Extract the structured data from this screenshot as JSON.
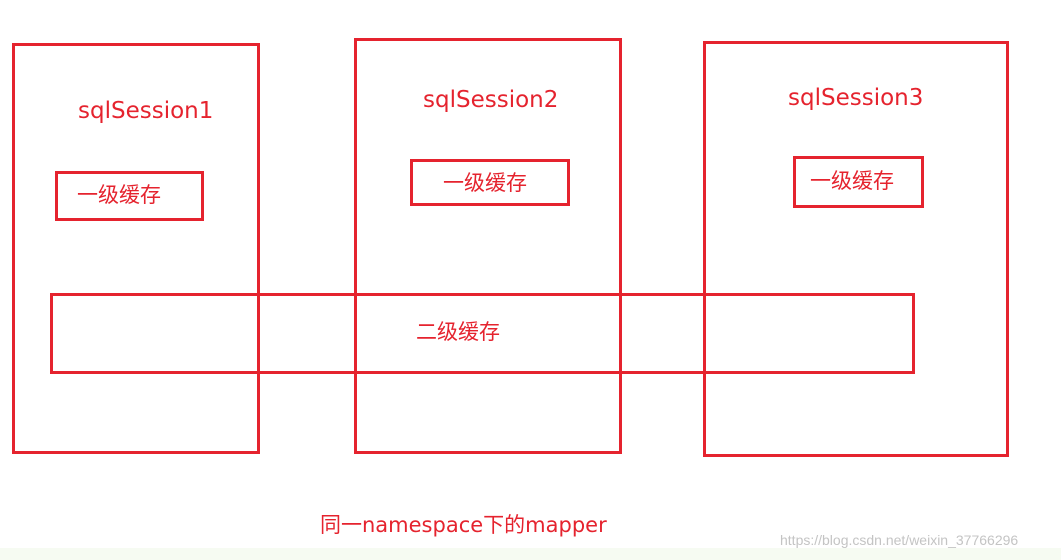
{
  "sessions": [
    {
      "title": "sqlSession1",
      "first_level_cache": "一级缓存"
    },
    {
      "title": "sqlSession2",
      "first_level_cache": "一级缓存"
    },
    {
      "title": "sqlSession3",
      "first_level_cache": "一级缓存"
    }
  ],
  "second_level_cache": "二级缓存",
  "caption": "同一namespace下的mapper",
  "watermark": "https://blog.csdn.net/weixin_37766296",
  "colors": {
    "stroke": "#e5232e",
    "text": "#e5232e",
    "watermark": "#c4c4c4",
    "background": "#ffffff"
  }
}
